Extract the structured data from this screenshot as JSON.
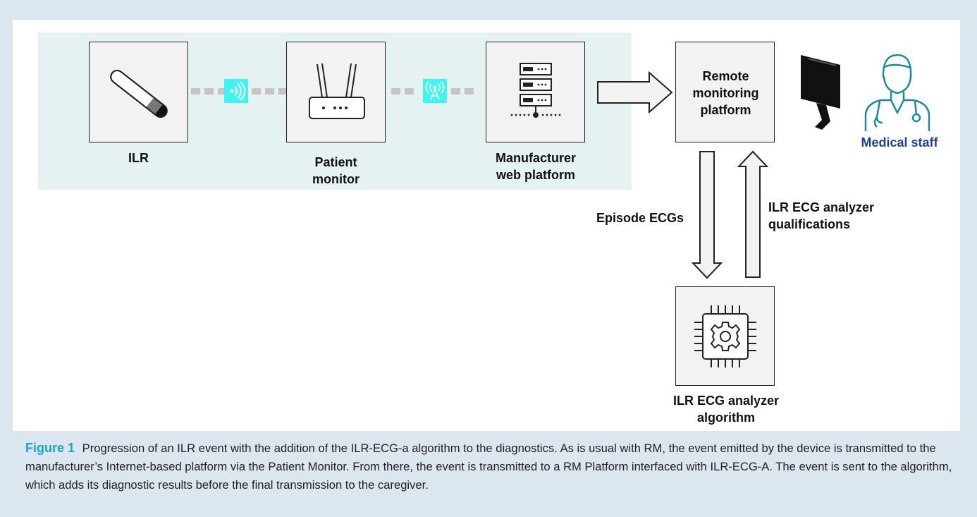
{
  "nodes": {
    "ilr": "ILR",
    "patient_monitor": [
      "Patient",
      "monitor"
    ],
    "manufacturer": [
      "Manufacturer",
      "web platform"
    ],
    "remote": [
      "Remote",
      "monitoring",
      "platform"
    ],
    "medical_staff": "Medical staff",
    "algorithm": [
      "ILR ECG analyzer",
      "algorithm"
    ]
  },
  "edges": {
    "episode_ecgs": "Episode ECGs",
    "qualifications": [
      "ILR ECG analyzer",
      "qualifications"
    ]
  },
  "caption": {
    "label": "Figure 1",
    "text": "Progression of an ILR event with the addition of the ILR-ECG-a algorithm to the diagnostics. As is usual with RM, the event emitted by the device is transmitted to the manufacturer’s Internet-based platform via the Patient Monitor. From there, the event is transmitted to a RM Platform interfaced with ILR-ECG-A. The event is sent to the algorithm, which adds its diagnostic results before the final transmission to the caregiver."
  },
  "colors": {
    "background": "#dce6ee",
    "shaded_region": "#e6f2f1",
    "signal_accent": "#3ff3f3",
    "figure_label": "#1aa3c8",
    "medical_staff": "#1f3f8f",
    "icon_teal": "#1c8a9c"
  },
  "icons": {
    "ilr": "implantable-loop-recorder-icon",
    "patient_monitor": "router-icon",
    "manufacturer": "server-stack-icon",
    "wifi": "wireless-signal-icon",
    "antenna": "antenna-icon",
    "computer": "monitor-icon",
    "doctor": "doctor-icon",
    "algorithm": "chip-gear-icon"
  }
}
